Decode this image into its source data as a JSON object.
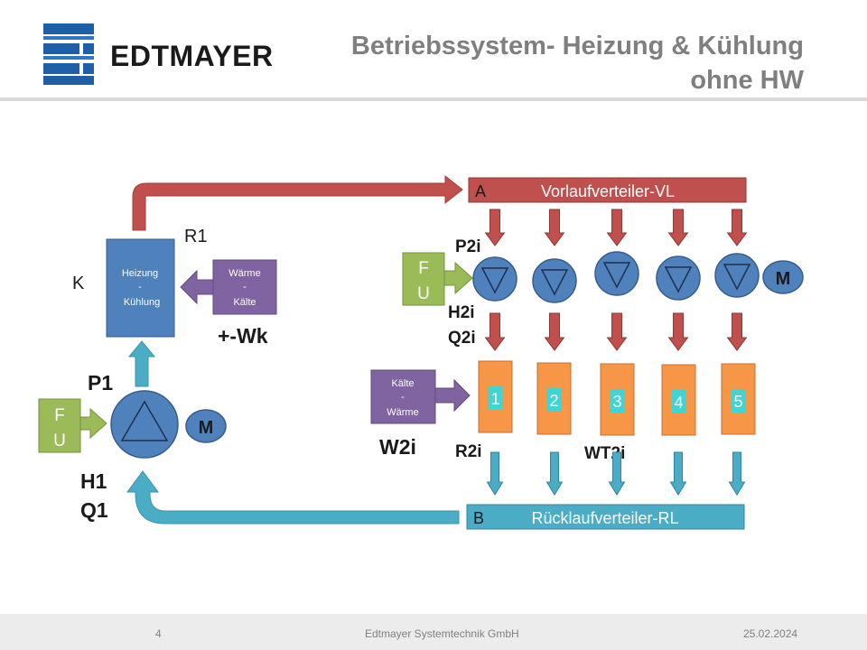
{
  "header": {
    "brand": "EDTMAYER",
    "title_line1": "Betriebssystem- Heizung & Kühlung",
    "title_line2": "ohne HW"
  },
  "diagram": {
    "supply_header": {
      "letter": "A",
      "label": "Vorlaufverteiler-VL"
    },
    "return_header": {
      "letter": "B",
      "label": "Rücklaufverteiler-RL"
    },
    "generator": {
      "line1": "Heizung",
      "line2": "-",
      "line3": "Kühlung"
    },
    "source": {
      "line1": "Wärme",
      "line2": "-",
      "line3": "Kälte"
    },
    "sink": {
      "line1": "Kälte",
      "line2": "-",
      "line3": "Wärme"
    },
    "fu1": {
      "line1": "F",
      "line2": "U"
    },
    "fu2": {
      "line1": "F",
      "line2": "U"
    },
    "motor1": "M",
    "motor2": "M",
    "labels": {
      "r1": "R1",
      "k": "K",
      "wk": "+-Wk",
      "p1": "P1",
      "h1": "H1",
      "q1": "Q1",
      "p2i": "P2i",
      "h2i": "H2i",
      "q2i": "Q2i",
      "w2i": "W2i",
      "r2i": "R2i",
      "wt2i": "WT2i"
    },
    "consumers": [
      "1",
      "2",
      "3",
      "4",
      "5"
    ]
  },
  "footer": {
    "page": "4",
    "company": "Edtmayer Systemtechnik GmbH",
    "date": "25.02.2024"
  },
  "colors": {
    "supply_red": "#c0504d",
    "return_blue": "#4bacc6",
    "pump_blue": "#4f81bd",
    "fu_green": "#9bbb59",
    "purple": "#8064a2",
    "consumer_orange": "#f79646",
    "logo_blue": "#1f5fa8"
  }
}
